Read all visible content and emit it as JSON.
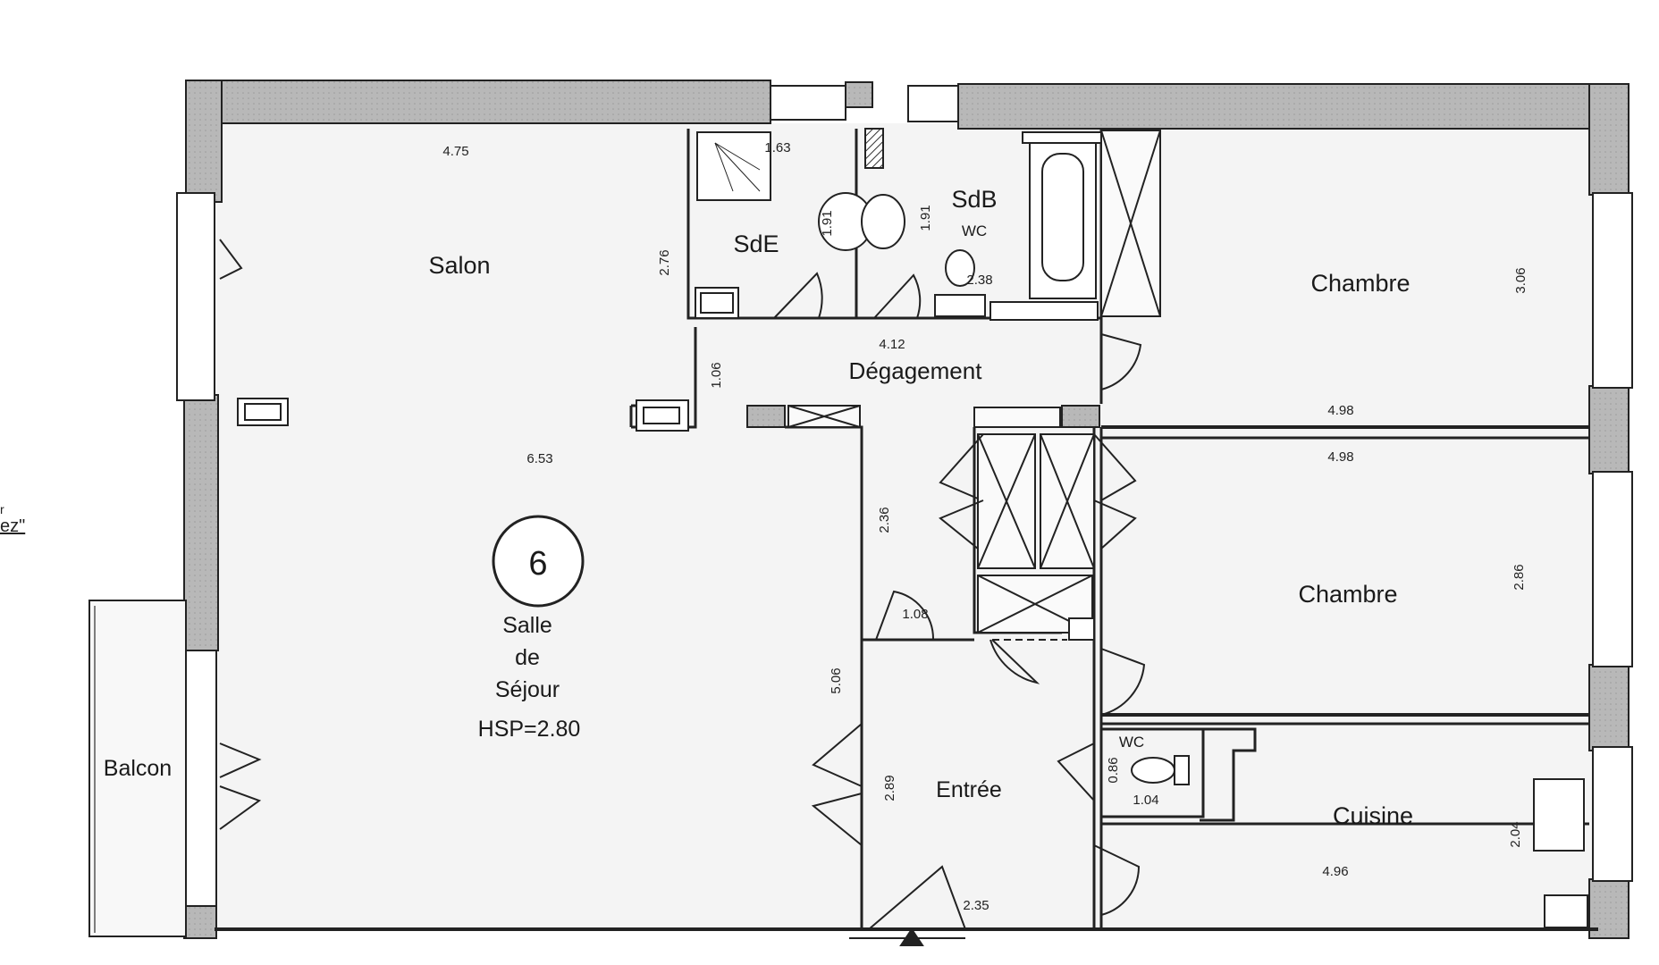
{
  "plan": {
    "badge_number": "6",
    "margin_marks": [
      "r",
      "ez\""
    ],
    "rooms": {
      "salon": "Salon",
      "sejour_line1": "Salle",
      "sejour_line2": "de",
      "sejour_line3": "Séjour",
      "hsp": "HSP=2.80",
      "balcon": "Balcon",
      "sde": "SdE",
      "sdb": "SdB",
      "sdb_wc": "WC",
      "degagement": "Dégagement",
      "chambre1": "Chambre",
      "chambre2": "Chambre",
      "entree": "Entrée",
      "wc": "WC",
      "cuisine": "Cuisine"
    },
    "dimensions": {
      "salon_width": "4.75",
      "salon_depth": "2.76",
      "sejour_width": "6.53",
      "sejour_depth": "5.06",
      "sde_width": "1.63",
      "sde_depth": "1.91",
      "sdb_depth": "1.91",
      "sdb_width": "2.38",
      "degagement_width": "4.12",
      "degagement_depth": "1.06",
      "chambre1_width": "4.98",
      "chambre1_depth": "3.06",
      "chambre2_width": "4.98",
      "chambre2_depth": "2.86",
      "hall_depth": "2.36",
      "hall_width": "1.08",
      "entree_depth": "2.89",
      "entree_width": "2.35",
      "wc_depth": "0.86",
      "wc_width": "1.04",
      "cuisine_depth": "2.04",
      "cuisine_width": "4.96"
    }
  }
}
